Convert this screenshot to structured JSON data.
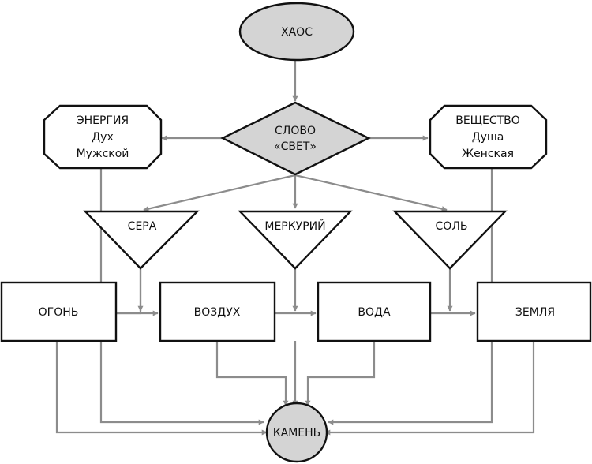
{
  "colors": {
    "fill_grey": "#d4d4d4",
    "fill_white": "#ffffff",
    "stroke": "#111111",
    "edge": "#8c8c8c"
  },
  "nodes": {
    "chaos": {
      "label": "ХАОС"
    },
    "word": {
      "lines": [
        "СЛОВО",
        "«СВЕТ»"
      ]
    },
    "energy": {
      "lines": [
        "ЭНЕРГИЯ",
        "Дух",
        "Мужской"
      ]
    },
    "substance": {
      "lines": [
        "ВЕЩЕСТВО",
        "Душа",
        "Женская"
      ]
    },
    "sulfur": {
      "label": "СЕРА"
    },
    "mercury": {
      "label": "МЕРКУРИЙ"
    },
    "salt": {
      "label": "СОЛЬ"
    },
    "fire": {
      "label": "ОГОНЬ"
    },
    "air": {
      "label": "ВОЗДУХ"
    },
    "water": {
      "label": "ВОДА"
    },
    "earth": {
      "label": "ЗЕМЛЯ"
    },
    "stone": {
      "label": "КАМЕНЬ"
    }
  }
}
